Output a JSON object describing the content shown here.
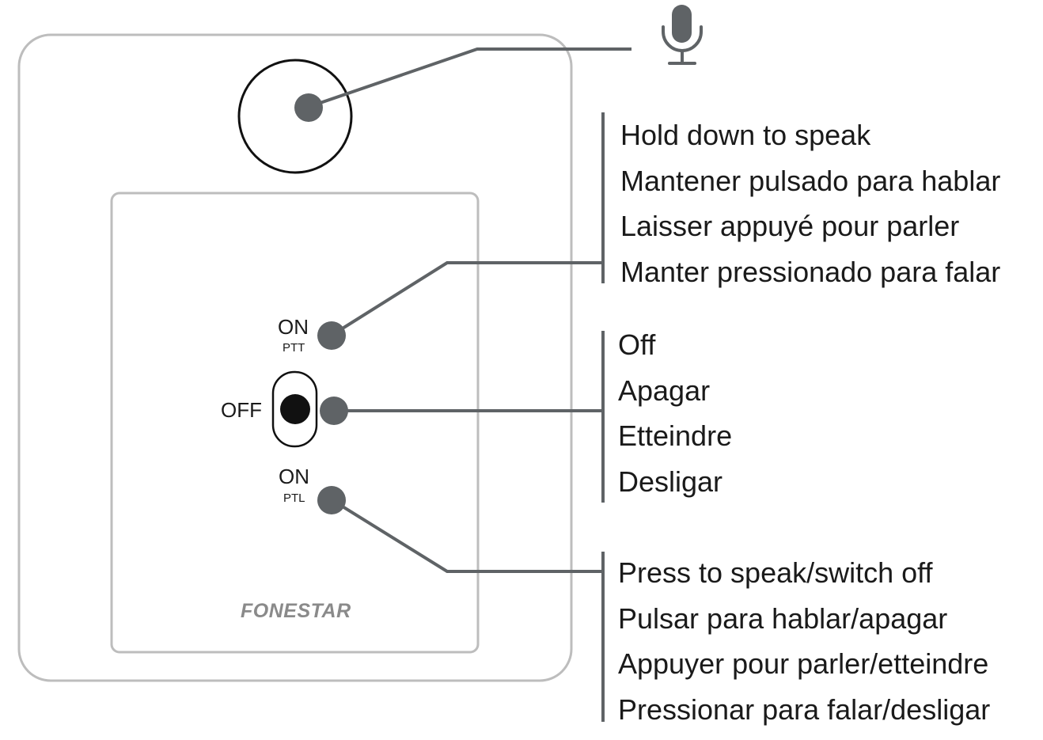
{
  "device": {
    "brand": "FONESTAR",
    "switch_positions": {
      "on_top_label": "ON",
      "on_top_sub": "PTT",
      "off_label": "OFF",
      "on_bottom_label": "ON",
      "on_bottom_sub": "PTL"
    },
    "icons": {
      "mic": "microphone-icon"
    }
  },
  "callouts": {
    "ptt": [
      "Hold down to speak",
      "Mantener pulsado para hablar",
      "Laisser appuyé pour parler",
      "Manter pressionado para falar"
    ],
    "off": [
      "Off",
      "Apagar",
      "Etteindre",
      "Desligar"
    ],
    "ptl": [
      "Press to speak/switch off",
      "Pulsar para hablar/apagar",
      "Appuyer pour parler/etteindre",
      "Pressionar para falar/desligar"
    ]
  },
  "colors": {
    "device_outline": "#bdbdbd",
    "leader": "#5f6366",
    "dot": "#5f6366",
    "mic_button": "#111111",
    "brand": "#8a8a8a"
  }
}
